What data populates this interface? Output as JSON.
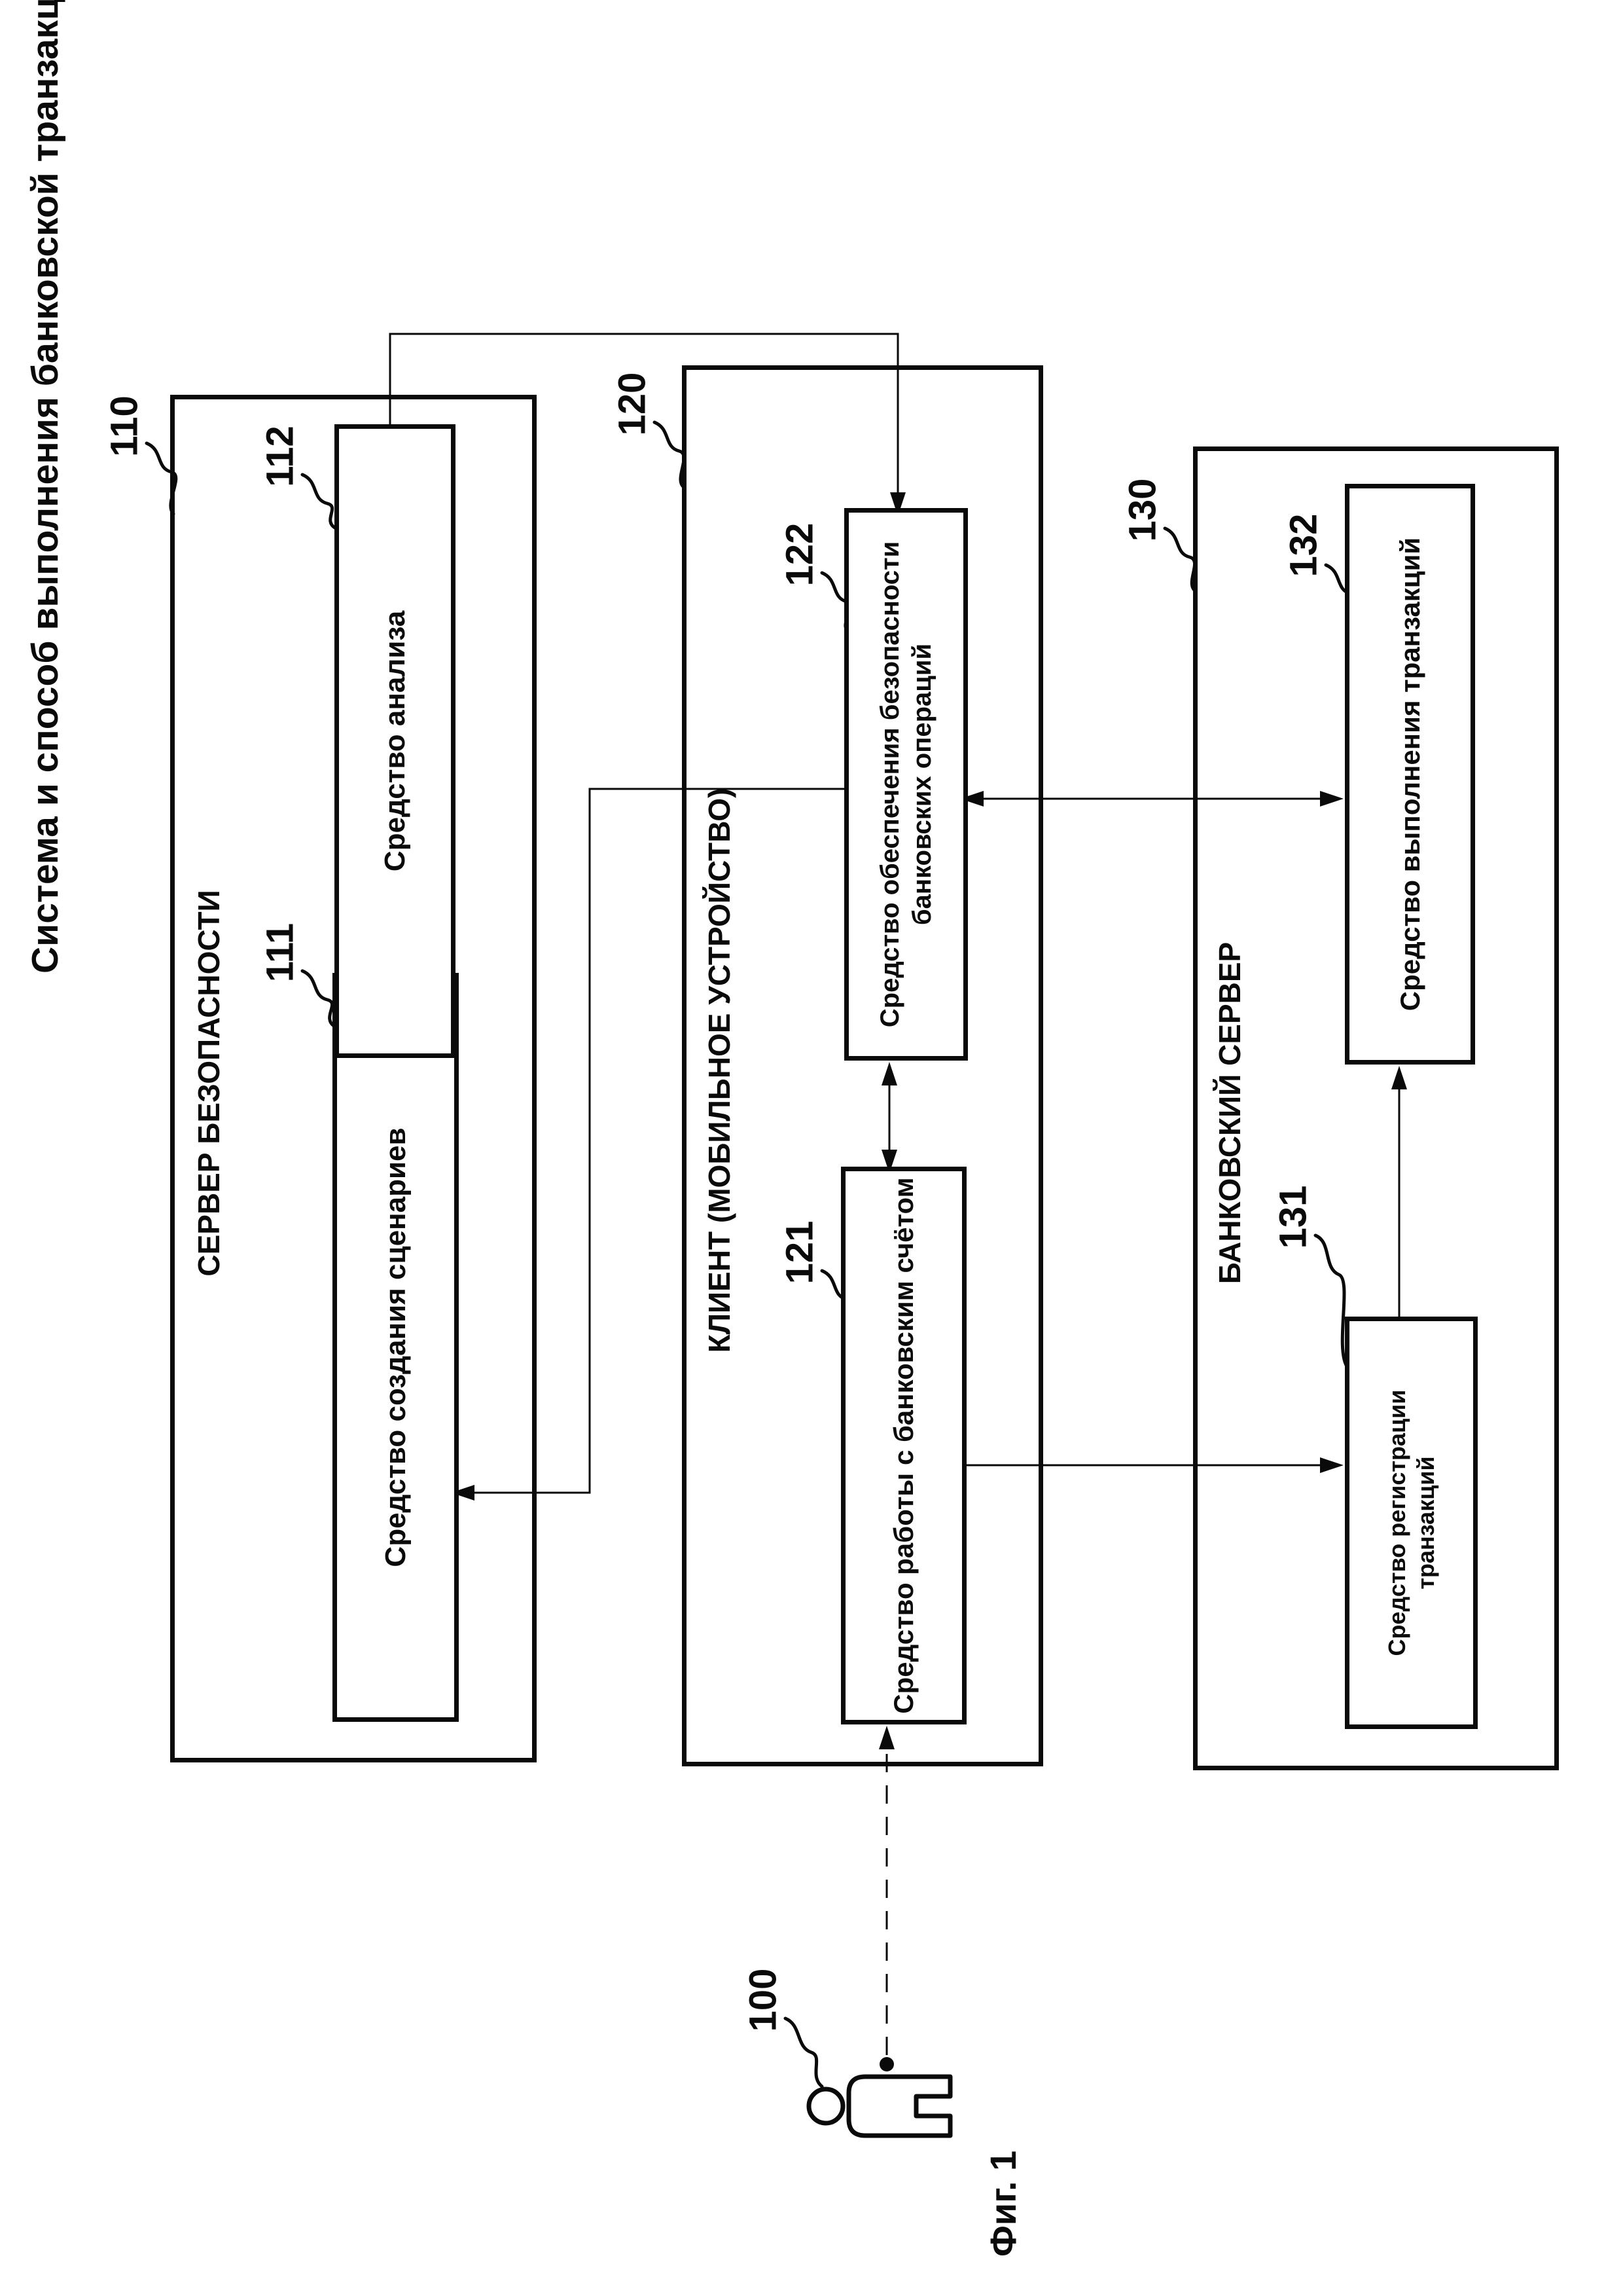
{
  "figure": {
    "title": "Система и способ выполнения банковской транзакции",
    "caption": "Фиг. 1",
    "user": {
      "label": "100"
    },
    "blocks": [
      {
        "id": "security-server",
        "label": "110",
        "header": "СЕРВЕР БЕЗОПАСНОСТИ",
        "children": [
          {
            "id": "scenario-creation",
            "label": "111",
            "text": "Средство создания сценариев"
          },
          {
            "id": "analysis",
            "label": "112",
            "text": "Средство анализа"
          }
        ]
      },
      {
        "id": "client-mobile-device",
        "label": "120",
        "header": "КЛИЕНТ (МОБИЛЬНОЕ УСТРОЙСТВО)",
        "children": [
          {
            "id": "bank-account-tool",
            "label": "121",
            "text": "Средство работы с банковским счётом"
          },
          {
            "id": "banking-security-tool",
            "label": "122",
            "text": "Средство обеспечения безопасности\nбанковских операций"
          }
        ]
      },
      {
        "id": "bank-server",
        "label": "130",
        "header": "БАНКОВСКИЙ СЕРВЕР",
        "children": [
          {
            "id": "transaction-registration",
            "label": "131",
            "text": "Средство регистрации транзакций"
          },
          {
            "id": "transaction-execution",
            "label": "132",
            "text": "Средство выполнения транзакций"
          }
        ]
      }
    ],
    "ink_color": "#0a0a0a",
    "background_color": "#ffffff"
  }
}
